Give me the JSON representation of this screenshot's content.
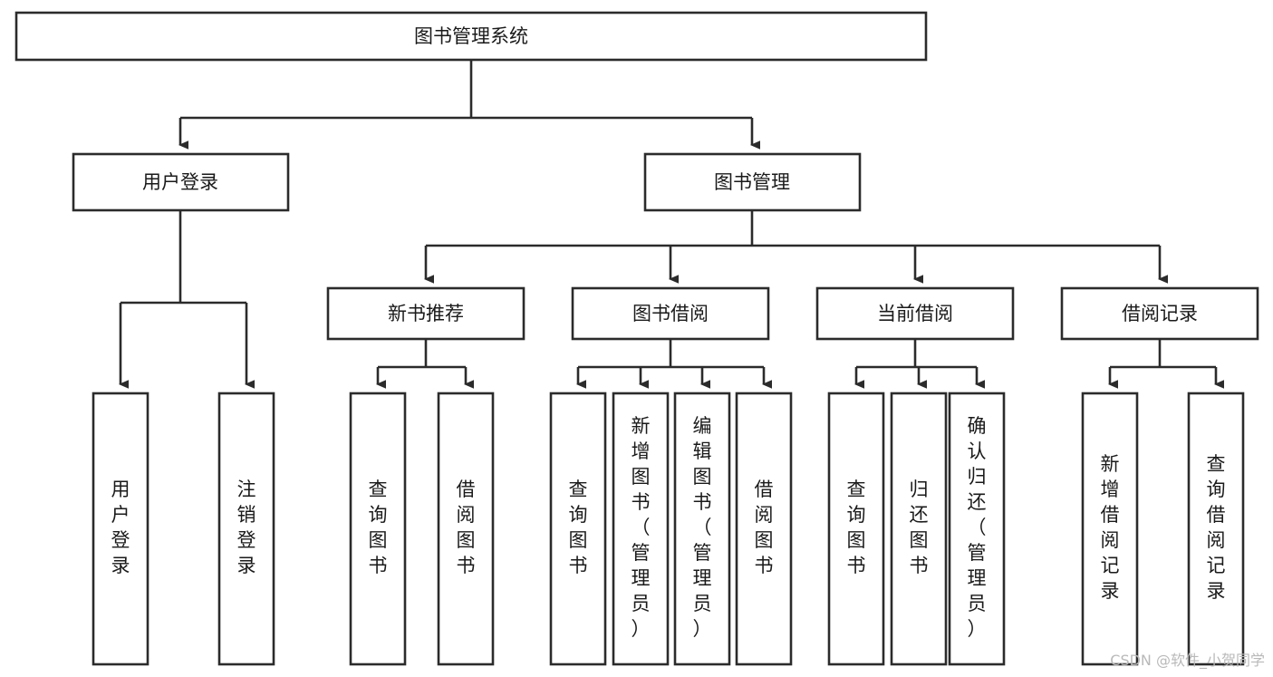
{
  "diagram": {
    "title": "图书管理系统",
    "type": "hierarchy-tree",
    "orientation": "top-down",
    "levels": 4,
    "nodes": {
      "root": {
        "label": "图书管理系统",
        "level": 1,
        "orientation": "horizontal"
      },
      "l2": [
        {
          "id": "user-login",
          "label": "用户登录",
          "level": 2,
          "orientation": "horizontal"
        },
        {
          "id": "book-manage",
          "label": "图书管理",
          "level": 2,
          "orientation": "horizontal"
        }
      ],
      "l3": [
        {
          "id": "new-book-rec",
          "label": "新书推荐",
          "level": 3,
          "orientation": "horizontal",
          "parent": "book-manage"
        },
        {
          "id": "book-borrow",
          "label": "图书借阅",
          "level": 3,
          "orientation": "horizontal",
          "parent": "book-manage"
        },
        {
          "id": "current-borrow",
          "label": "当前借阅",
          "level": 3,
          "orientation": "horizontal",
          "parent": "book-manage"
        },
        {
          "id": "borrow-record",
          "label": "借阅记录",
          "level": 3,
          "orientation": "horizontal",
          "parent": "book-manage"
        }
      ],
      "leaves": [
        {
          "id": "leaf-user-login",
          "label": "用户登录",
          "parent": "user-login",
          "orientation": "vertical"
        },
        {
          "id": "leaf-user-logout",
          "label": "注销登录",
          "parent": "user-login",
          "orientation": "vertical"
        },
        {
          "id": "leaf-query-book-1",
          "label": "查询图书",
          "parent": "new-book-rec",
          "orientation": "vertical"
        },
        {
          "id": "leaf-borrow-book-1",
          "label": "借阅图书",
          "parent": "new-book-rec",
          "orientation": "vertical"
        },
        {
          "id": "leaf-query-book-2",
          "label": "查询图书",
          "parent": "book-borrow",
          "orientation": "vertical"
        },
        {
          "id": "leaf-add-book",
          "label": "新增图书（管理员）",
          "parent": "book-borrow",
          "orientation": "vertical"
        },
        {
          "id": "leaf-edit-book",
          "label": "编辑图书（管理员）",
          "parent": "book-borrow",
          "orientation": "vertical"
        },
        {
          "id": "leaf-borrow-book-2",
          "label": "借阅图书",
          "parent": "book-borrow",
          "orientation": "vertical"
        },
        {
          "id": "leaf-query-book-3",
          "label": "查询图书",
          "parent": "current-borrow",
          "orientation": "vertical"
        },
        {
          "id": "leaf-return-book",
          "label": "归还图书",
          "parent": "current-borrow",
          "orientation": "vertical"
        },
        {
          "id": "leaf-confirm-return",
          "label": "确认归还（管理员）",
          "parent": "current-borrow",
          "orientation": "vertical"
        },
        {
          "id": "leaf-add-record",
          "label": "新增借阅记录",
          "parent": "borrow-record",
          "orientation": "vertical"
        },
        {
          "id": "leaf-query-record",
          "label": "查询借阅记录",
          "parent": "borrow-record",
          "orientation": "vertical"
        }
      ]
    },
    "colors": {
      "stroke": "#2b2b2b",
      "fill": "#ffffff",
      "text": "#1a1a1a",
      "watermark": "#b9b9b9"
    }
  },
  "watermark": {
    "text": "CSDN @软件_小贺同学"
  }
}
